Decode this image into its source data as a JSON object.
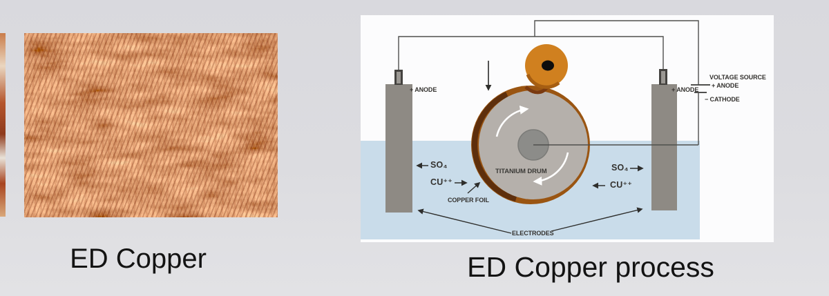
{
  "left_figure": {
    "caption": "ED Copper"
  },
  "right_figure": {
    "caption": "ED Copper process",
    "labels": {
      "anode_left": "+ ANODE",
      "anode_right": "+ ANODE",
      "voltage_source": "VOLTAGE SOURCE",
      "battery_anode": "+ ANODE",
      "battery_cathode": "− CATHODE",
      "so4_left": "SO₄",
      "cu_left": "CU⁺⁺",
      "so4_right": "SO₄",
      "cu_right": "CU⁺⁺",
      "copper_foil": "COPPER FOIL",
      "electrodes": "ELECTRODES",
      "titanium_drum": "TITANIUM DRUM"
    },
    "colors": {
      "water": "#c9dcea",
      "electrode": "#8e8a84",
      "drum": "#b5b0ab",
      "drum_hub": "#8c8c89",
      "copper_foil": "#9a5512",
      "copper_foil_dark": "#5e2f0c",
      "takeup_roll": "#d0801f",
      "wire": "#4f4f4d",
      "label_text": "#34322f"
    }
  }
}
